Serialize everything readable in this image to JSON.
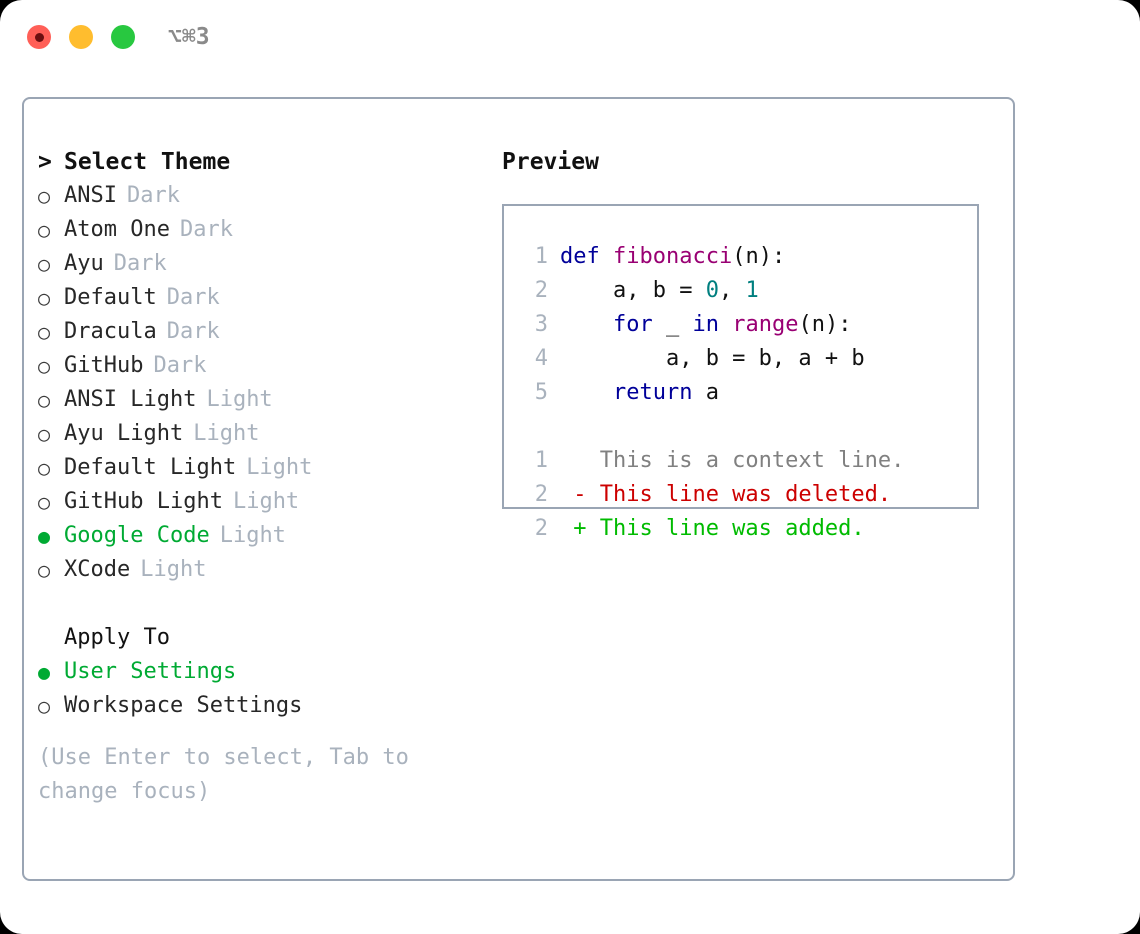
{
  "titlebar": {
    "shortcut": "⌥⌘3",
    "lights": [
      {
        "name": "close-button",
        "color": "#ff5f57"
      },
      {
        "name": "minimize-button",
        "color": "#ffbd2e"
      },
      {
        "name": "maximize-button",
        "color": "#28c840"
      }
    ]
  },
  "theme_list": {
    "header_prefix": ">",
    "header": "Select Theme",
    "bullet_unselected": "○",
    "bullet_selected": "●",
    "accent_color": "#00aa33",
    "items": [
      {
        "name": "ANSI",
        "variant": "Dark",
        "selected": false
      },
      {
        "name": "Atom One",
        "variant": "Dark",
        "selected": false
      },
      {
        "name": "Ayu",
        "variant": "Dark",
        "selected": false
      },
      {
        "name": "Default",
        "variant": "Dark",
        "selected": false
      },
      {
        "name": "Dracula",
        "variant": "Dark",
        "selected": false
      },
      {
        "name": "GitHub",
        "variant": "Dark",
        "selected": false
      },
      {
        "name": "ANSI Light",
        "variant": "Light",
        "selected": false
      },
      {
        "name": "Ayu Light",
        "variant": "Light",
        "selected": false
      },
      {
        "name": "Default Light",
        "variant": "Light",
        "selected": false
      },
      {
        "name": "GitHub Light",
        "variant": "Light",
        "selected": false
      },
      {
        "name": "Google Code",
        "variant": "Light",
        "selected": true
      },
      {
        "name": "XCode",
        "variant": "Light",
        "selected": false
      }
    ]
  },
  "apply_to": {
    "header": "Apply To",
    "items": [
      {
        "name": "User Settings",
        "selected": true
      },
      {
        "name": "Workspace Settings",
        "selected": false
      }
    ]
  },
  "hint": "(Use Enter to select, Tab to change focus)",
  "preview": {
    "title": "Preview",
    "code_lines": [
      {
        "no": "1",
        "tokens": [
          {
            "t": "def ",
            "c": "kw"
          },
          {
            "t": "fibonacci",
            "c": "fn"
          },
          {
            "t": "(n):",
            "c": "pl"
          }
        ]
      },
      {
        "no": "2",
        "tokens": [
          {
            "t": "    a, b = ",
            "c": "pl"
          },
          {
            "t": "0",
            "c": "num"
          },
          {
            "t": ", ",
            "c": "pl"
          },
          {
            "t": "1",
            "c": "num"
          }
        ]
      },
      {
        "no": "3",
        "tokens": [
          {
            "t": "    ",
            "c": "pl"
          },
          {
            "t": "for",
            "c": "kw"
          },
          {
            "t": " _ ",
            "c": "pl"
          },
          {
            "t": "in",
            "c": "kw"
          },
          {
            "t": " ",
            "c": "pl"
          },
          {
            "t": "range",
            "c": "fn"
          },
          {
            "t": "(n):",
            "c": "pl"
          }
        ]
      },
      {
        "no": "4",
        "tokens": [
          {
            "t": "        a, b = b, a + b",
            "c": "pl"
          }
        ]
      },
      {
        "no": "5",
        "tokens": [
          {
            "t": "    ",
            "c": "pl"
          },
          {
            "t": "return",
            "c": "kw"
          },
          {
            "t": " a",
            "c": "pl"
          }
        ]
      }
    ],
    "diff_lines": [
      {
        "no": "1",
        "marker": " ",
        "text": "This is a context line.",
        "kind": "ctx"
      },
      {
        "no": "2",
        "marker": "-",
        "text": "This line was deleted.",
        "kind": "del"
      },
      {
        "no": "2",
        "marker": "+",
        "text": "This line was added.",
        "kind": "add"
      }
    ]
  }
}
